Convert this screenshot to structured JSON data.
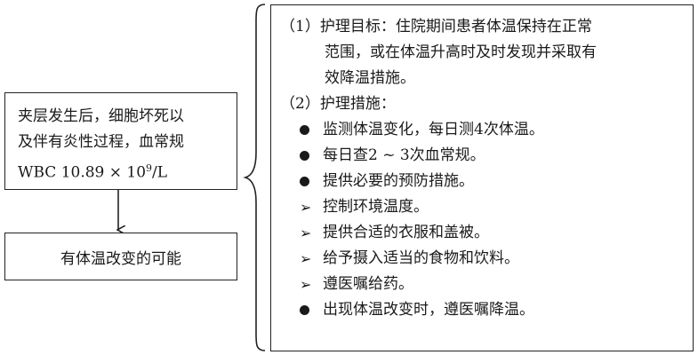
{
  "cause": {
    "lines": [
      "夹层发生后，细胞坏死以",
      "及伴有炎性过程，血常规"
    ],
    "wbc_prefix": "WBC 10.89 × 10",
    "wbc_exp": "9",
    "wbc_suffix": "/L"
  },
  "problem": "有体温改变的可能",
  "plan": {
    "goal_lines": [
      "（1）护理目标：住院期间患者体温保持在正常",
      "范围，或在体温升高时及时发现并采取有",
      "效降温措施。"
    ],
    "measures_heading": "（2）护理措施：",
    "items": [
      {
        "marker": "dot",
        "text": "监测体温变化，每日测4次体温。"
      },
      {
        "marker": "dot",
        "text": "每日查2 ~ 3次血常规。"
      },
      {
        "marker": "dot",
        "text": "提供必要的预防措施。"
      },
      {
        "marker": "chevron",
        "text": "控制环境温度。"
      },
      {
        "marker": "chevron",
        "text": "提供合适的衣服和盖被。"
      },
      {
        "marker": "chevron",
        "text": "给予摄入适当的食物和饮料。"
      },
      {
        "marker": "chevron",
        "text": "遵医嘱给药。"
      },
      {
        "marker": "dot",
        "text": "出现体温改变时，遵医嘱降温。"
      }
    ]
  }
}
